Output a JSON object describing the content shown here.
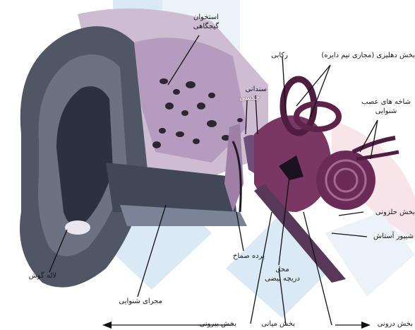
{
  "colors": {
    "background": "#ffffff",
    "watermark_blue": "#bcd9ec",
    "watermark_pink": "#f1cfd9",
    "outer_ear_skin": "#4f5664",
    "outer_ear_shadow": "#2c3140",
    "bone_purple": "#8e6f95",
    "inner_ear": "#7a3763",
    "inner_ear_dark": "#4e1d3f",
    "cochlea": "#6b2a57",
    "leader_line": "#111111"
  },
  "labels": {
    "ossicle_bone": "استخوان\nگیجگاهی",
    "semicircular_canals": "بخش دهلیزی (مجاری نیم دایره)",
    "stapes": "رکابی",
    "anvil": "سندانی",
    "hammer": "چکشی",
    "auditory_nerves": "شاخه های عصب\nشنوایی",
    "pinna": "لاله گوش",
    "cochlea_part": "بخش حلزونی",
    "eustachian_tube": "شیپور آستاش",
    "eardrum": "پرده صماخ",
    "oval_window": "محل\nدریچه بیضی",
    "ear_canal": "مجرای شنوایی",
    "outer_ear": "بخش بیرونی",
    "middle_ear": "بخش میانی",
    "inner_ear": "بخش درونی"
  }
}
